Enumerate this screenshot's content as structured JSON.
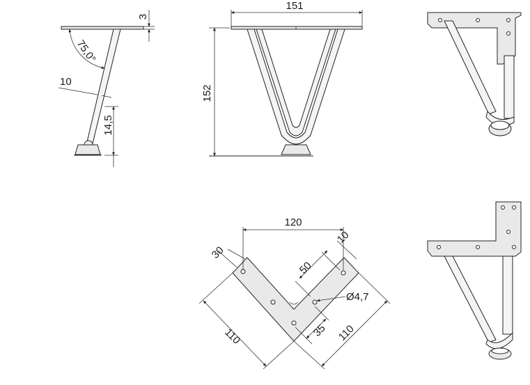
{
  "side_view": {
    "thickness": "3",
    "angle": "75,0°",
    "rod_diameter": "10",
    "foot_height": "14,5"
  },
  "front_view": {
    "width": "151",
    "height": "152"
  },
  "plate_view": {
    "span": "120",
    "arm_width_left": "30",
    "arm_width_right": "10",
    "hole_offset": "50",
    "hole_diameter": "Ø4,7",
    "center_offset": "35",
    "length_left": "110",
    "length_right": "110"
  }
}
